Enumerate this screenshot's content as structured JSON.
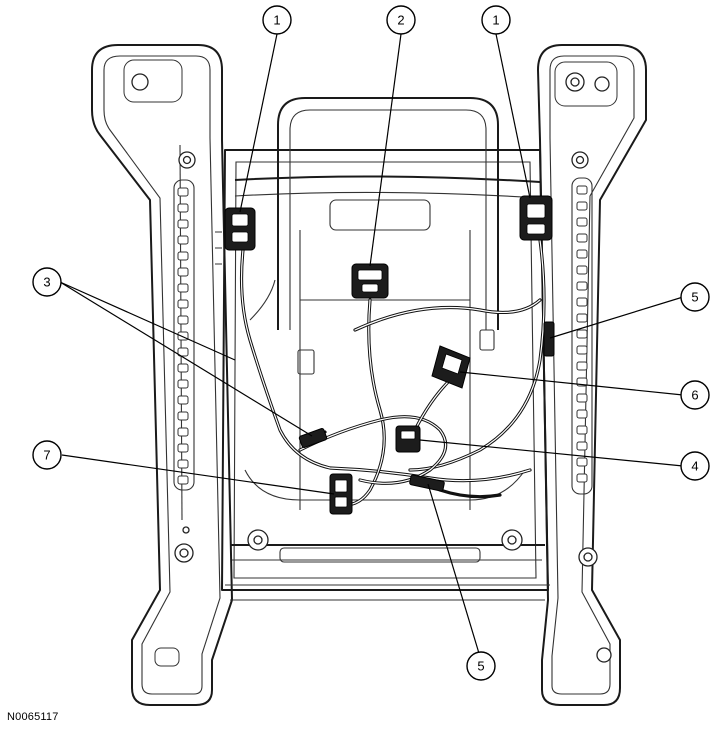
{
  "figure_id": "N0065117",
  "callouts": [
    {
      "label": "1"
    },
    {
      "label": "2"
    },
    {
      "label": "1"
    },
    {
      "label": "3"
    },
    {
      "label": "5"
    },
    {
      "label": "6"
    },
    {
      "label": "7"
    },
    {
      "label": "4"
    },
    {
      "label": "5"
    }
  ]
}
